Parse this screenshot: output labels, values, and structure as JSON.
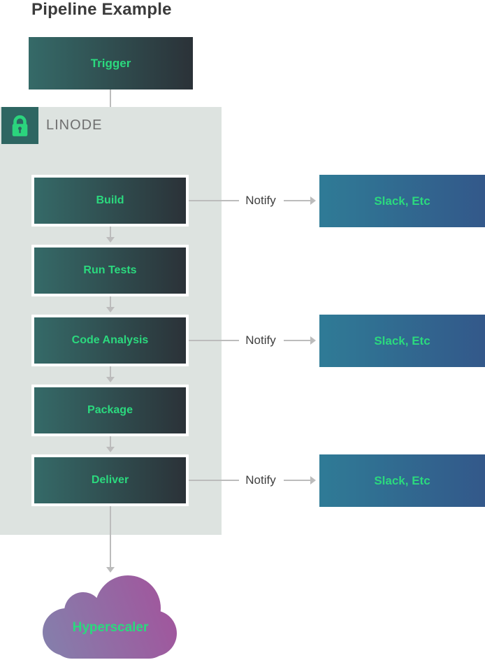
{
  "title": "Pipeline Example",
  "trigger": {
    "label": "Trigger"
  },
  "secure_zone": {
    "provider_label": "LINODE",
    "icon": "lock-icon"
  },
  "steps": [
    {
      "label": "Build",
      "notifies": true
    },
    {
      "label": "Run Tests",
      "notifies": false
    },
    {
      "label": "Code Analysis",
      "notifies": true
    },
    {
      "label": "Package",
      "notifies": false
    },
    {
      "label": "Deliver",
      "notifies": true
    }
  ],
  "notify": {
    "label": "Notify",
    "target": {
      "label": "Slack, Etc"
    }
  },
  "cloud": {
    "label": "Hyperscaler"
  },
  "colors": {
    "accent_green": "#2bd97e",
    "step_gradient_start": "#356a68",
    "step_gradient_end": "#2b3238",
    "notify_target_gradient_start": "#2f7b96",
    "notify_target_gradient_end": "#33588a",
    "cloud_gradient_start": "#8480ac",
    "cloud_gradient_end": "#a2549c",
    "secure_zone_bg": "#dde3e0",
    "lock_badge_bg": "#2e6662",
    "arrow_gray": "#bcbcbc",
    "title_color": "#3b3b3b",
    "zone_label_color": "#6f6f6f"
  }
}
